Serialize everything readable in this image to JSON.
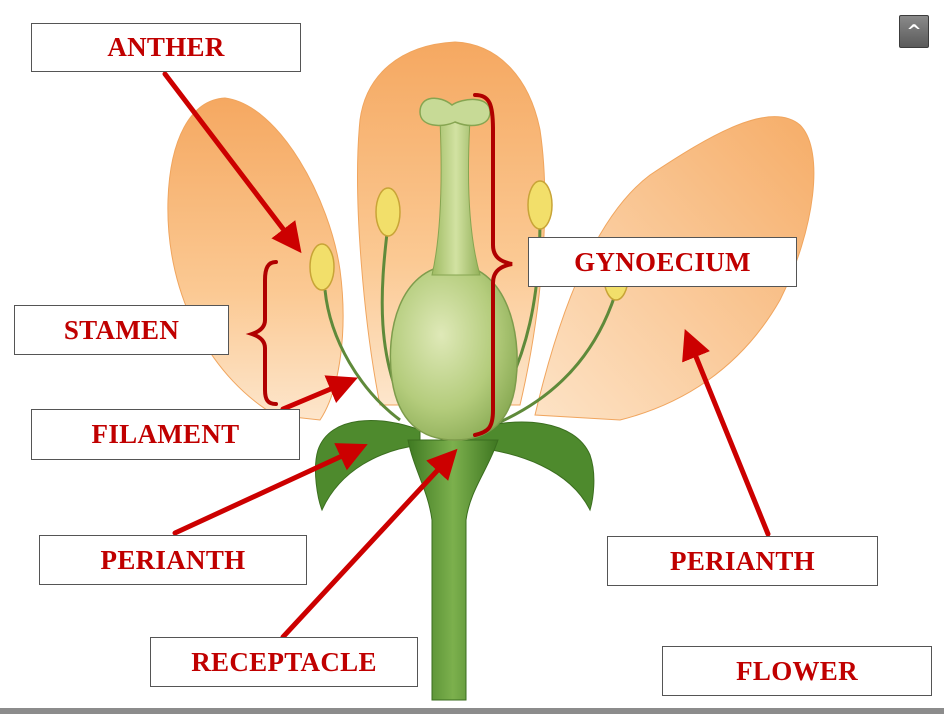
{
  "labels": {
    "anther": "ANTHER",
    "gynoecium": "GYNOECIUM",
    "stamen": "STAMEN",
    "filament": "FILAMENT",
    "perianth_left": "PERIANTH",
    "perianth_right": "PERIANTH",
    "receptacle": "RECEPTACLE",
    "flower": "FLOWER"
  },
  "nav": {
    "up_symbol": "^"
  },
  "colors": {
    "label_text": "#c00000",
    "arrow": "#cc0000",
    "bracket": "#b00000",
    "petal": "#f7b877",
    "petal_light": "#fde3c4",
    "sepal": "#4f8a2e",
    "stem": "#5c9a38",
    "ovary": "#b8cf82",
    "anther": "#f2df6a"
  }
}
